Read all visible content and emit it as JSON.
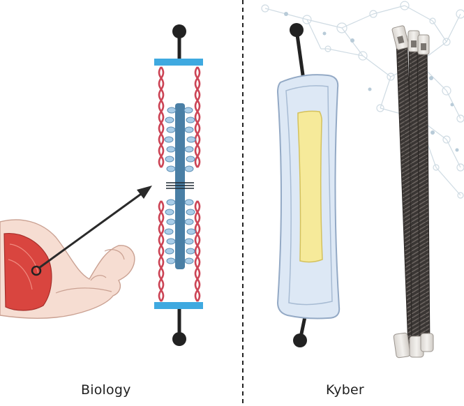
{
  "labels": {
    "left": "Biology",
    "right": "Kyber"
  },
  "colors": {
    "muscle_red": "#d9453f",
    "actin_red": "#cc4455",
    "myosin_blue": "#4a7fa5",
    "myosin_head": "#a9cde8",
    "plate_blue": "#3fa9e0",
    "handle_dark": "#222222",
    "actuator_fill": "#dde8f5",
    "actuator_core": "#f6ea9a",
    "fiber_dark": "#3a3634",
    "network_gray": "#c9d7e0"
  },
  "icons": [
    "flexed-arm-illustration",
    "sarcomere-diagram",
    "kyber-actuator",
    "fiber-bundle-photo",
    "neural-network-background"
  ]
}
